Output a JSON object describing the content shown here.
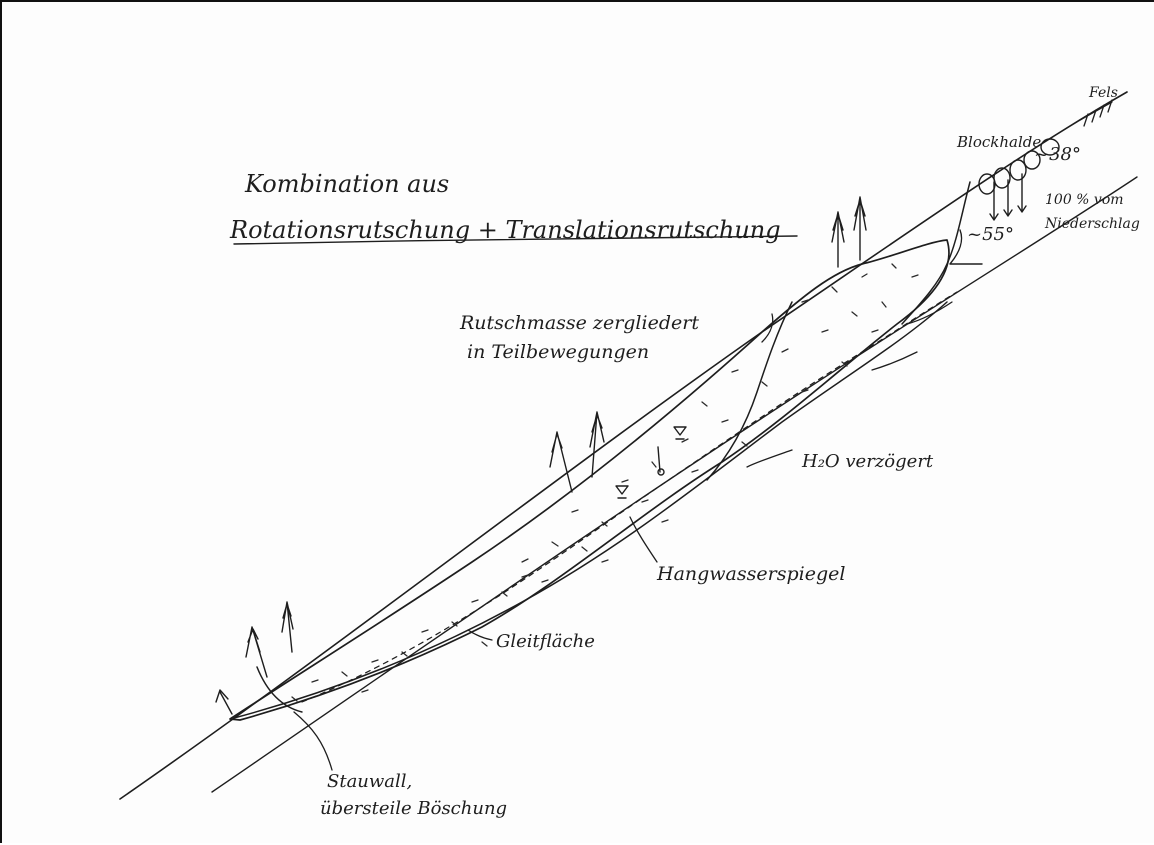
{
  "title": {
    "line1": "Kombination aus",
    "line2": "Rotationsrutschung + Translationsrutschung"
  },
  "labels": {
    "fels": "Fels",
    "blockhalde": "Blockhalde",
    "angle_upper": "~38°",
    "angle_lower": "~55°",
    "niederschlag_line1": "100 % vom",
    "niederschlag_line2": "Niederschlag",
    "rutschmasse_line1": "Rutschmasse zergliedert",
    "rutschmasse_line2": "in Teilbewegungen",
    "h2o": "H₂O verzögert",
    "hangwasser": "Hangwasserspiegel",
    "gleitflaeche": "Gleitfläche",
    "stauwall_line1": "Stauwall,",
    "stauwall_line2": "übersteile Böschung"
  }
}
